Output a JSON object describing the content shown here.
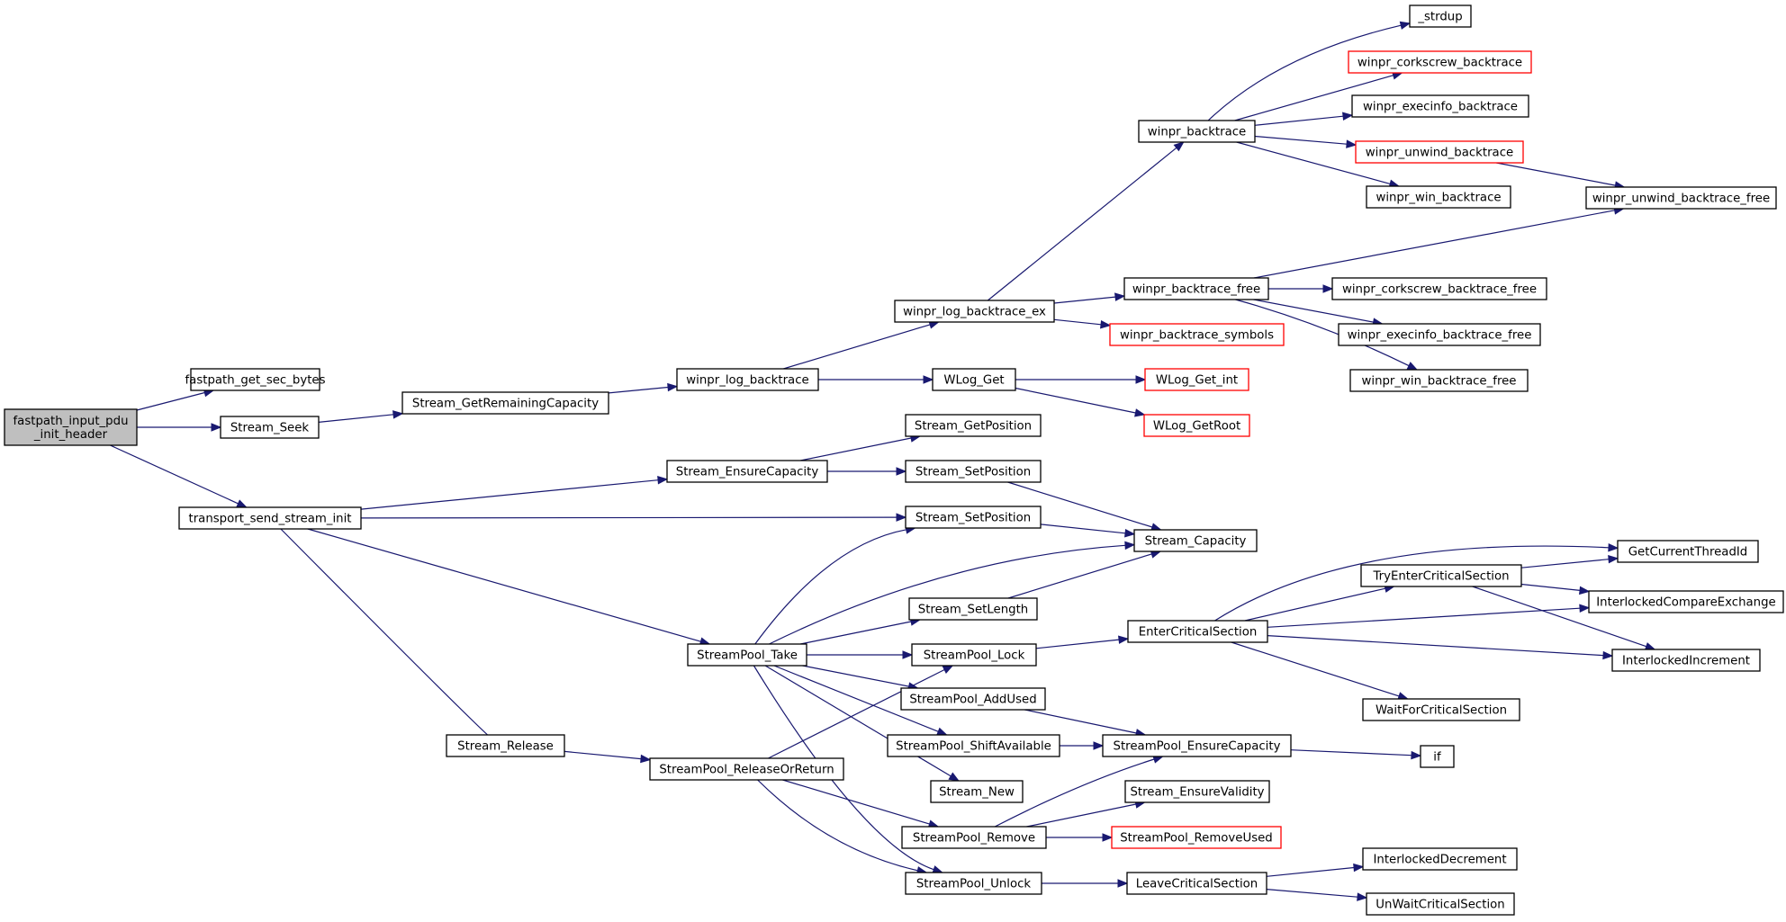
{
  "diagram": {
    "nodes": [
      {
        "id": "root",
        "label": "fastpath_input_pdu\n_init_header",
        "kind": "root"
      },
      {
        "id": "fastpath_get_sec_bytes",
        "label": "fastpath_get_sec_bytes"
      },
      {
        "id": "Stream_Seek",
        "label": "Stream_Seek"
      },
      {
        "id": "transport_send_stream_init",
        "label": "transport_send_stream_init"
      },
      {
        "id": "Stream_GetRemainingCapacity",
        "label": "Stream_GetRemainingCapacity"
      },
      {
        "id": "winpr_log_backtrace",
        "label": "winpr_log_backtrace"
      },
      {
        "id": "winpr_log_backtrace_ex",
        "label": "winpr_log_backtrace_ex"
      },
      {
        "id": "WLog_Get",
        "label": "WLog_Get"
      },
      {
        "id": "winpr_backtrace",
        "label": "winpr_backtrace"
      },
      {
        "id": "winpr_backtrace_free",
        "label": "winpr_backtrace_free"
      },
      {
        "id": "winpr_backtrace_symbols",
        "label": "winpr_backtrace_symbols",
        "kind": "truncated"
      },
      {
        "id": "WLog_Get_int",
        "label": "WLog_Get_int",
        "kind": "truncated"
      },
      {
        "id": "WLog_GetRoot",
        "label": "WLog_GetRoot",
        "kind": "truncated"
      },
      {
        "id": "_strdup",
        "label": "_strdup"
      },
      {
        "id": "winpr_corkscrew_backtrace",
        "label": "winpr_corkscrew_backtrace",
        "kind": "truncated"
      },
      {
        "id": "winpr_execinfo_backtrace",
        "label": "winpr_execinfo_backtrace"
      },
      {
        "id": "winpr_unwind_backtrace",
        "label": "winpr_unwind_backtrace",
        "kind": "truncated"
      },
      {
        "id": "winpr_win_backtrace",
        "label": "winpr_win_backtrace"
      },
      {
        "id": "winpr_unwind_backtrace_free",
        "label": "winpr_unwind_backtrace_free"
      },
      {
        "id": "winpr_corkscrew_backtrace_free",
        "label": "winpr_corkscrew_backtrace_free"
      },
      {
        "id": "winpr_execinfo_backtrace_free",
        "label": "winpr_execinfo_backtrace_free"
      },
      {
        "id": "winpr_win_backtrace_free",
        "label": "winpr_win_backtrace_free"
      },
      {
        "id": "Stream_EnsureCapacity",
        "label": "Stream_EnsureCapacity"
      },
      {
        "id": "Stream_GetPosition",
        "label": "Stream_GetPosition"
      },
      {
        "id": "Stream_SetPosition_a",
        "label": "Stream_SetPosition"
      },
      {
        "id": "Stream_SetPosition_b",
        "label": "Stream_SetPosition"
      },
      {
        "id": "Stream_Capacity",
        "label": "Stream_Capacity"
      },
      {
        "id": "StreamPool_Take",
        "label": "StreamPool_Take"
      },
      {
        "id": "Stream_SetLength",
        "label": "Stream_SetLength"
      },
      {
        "id": "StreamPool_Lock",
        "label": "StreamPool_Lock"
      },
      {
        "id": "StreamPool_AddUsed",
        "label": "StreamPool_AddUsed"
      },
      {
        "id": "StreamPool_ShiftAvailable",
        "label": "StreamPool_ShiftAvailable"
      },
      {
        "id": "Stream_New",
        "label": "Stream_New"
      },
      {
        "id": "StreamPool_Unlock",
        "label": "StreamPool_Unlock"
      },
      {
        "id": "Stream_Release",
        "label": "Stream_Release"
      },
      {
        "id": "StreamPool_ReleaseOrReturn",
        "label": "StreamPool_ReleaseOrReturn"
      },
      {
        "id": "StreamPool_Remove",
        "label": "StreamPool_Remove"
      },
      {
        "id": "EnterCriticalSection",
        "label": "EnterCriticalSection"
      },
      {
        "id": "TryEnterCriticalSection",
        "label": "TryEnterCriticalSection"
      },
      {
        "id": "GetCurrentThreadId",
        "label": "GetCurrentThreadId"
      },
      {
        "id": "InterlockedCompareExchange",
        "label": "InterlockedCompareExchange"
      },
      {
        "id": "InterlockedIncrement",
        "label": "InterlockedIncrement"
      },
      {
        "id": "WaitForCriticalSection",
        "label": "WaitForCriticalSection"
      },
      {
        "id": "StreamPool_EnsureCapacity",
        "label": "StreamPool_EnsureCapacity"
      },
      {
        "id": "if",
        "label": "if"
      },
      {
        "id": "Stream_EnsureValidity",
        "label": "Stream_EnsureValidity"
      },
      {
        "id": "StreamPool_RemoveUsed",
        "label": "StreamPool_RemoveUsed",
        "kind": "truncated"
      },
      {
        "id": "LeaveCriticalSection",
        "label": "LeaveCriticalSection"
      },
      {
        "id": "InterlockedDecrement",
        "label": "InterlockedDecrement"
      },
      {
        "id": "UnWaitCriticalSection",
        "label": "UnWaitCriticalSection"
      }
    ],
    "edges": [
      [
        "root",
        "fastpath_get_sec_bytes"
      ],
      [
        "root",
        "Stream_Seek"
      ],
      [
        "root",
        "transport_send_stream_init"
      ],
      [
        "Stream_Seek",
        "Stream_GetRemainingCapacity"
      ],
      [
        "Stream_GetRemainingCapacity",
        "winpr_log_backtrace"
      ],
      [
        "winpr_log_backtrace",
        "winpr_log_backtrace_ex"
      ],
      [
        "winpr_log_backtrace",
        "WLog_Get"
      ],
      [
        "winpr_log_backtrace_ex",
        "winpr_backtrace"
      ],
      [
        "winpr_log_backtrace_ex",
        "winpr_backtrace_free"
      ],
      [
        "winpr_log_backtrace_ex",
        "winpr_backtrace_symbols"
      ],
      [
        "WLog_Get",
        "WLog_Get_int"
      ],
      [
        "WLog_Get",
        "WLog_GetRoot"
      ],
      [
        "winpr_backtrace",
        "_strdup"
      ],
      [
        "winpr_backtrace",
        "winpr_corkscrew_backtrace"
      ],
      [
        "winpr_backtrace",
        "winpr_execinfo_backtrace"
      ],
      [
        "winpr_backtrace",
        "winpr_unwind_backtrace"
      ],
      [
        "winpr_backtrace",
        "winpr_win_backtrace"
      ],
      [
        "winpr_unwind_backtrace",
        "winpr_unwind_backtrace_free"
      ],
      [
        "winpr_backtrace_free",
        "winpr_unwind_backtrace_free"
      ],
      [
        "winpr_backtrace_free",
        "winpr_corkscrew_backtrace_free"
      ],
      [
        "winpr_backtrace_free",
        "winpr_execinfo_backtrace_free"
      ],
      [
        "winpr_backtrace_free",
        "winpr_win_backtrace_free"
      ],
      [
        "transport_send_stream_init",
        "Stream_EnsureCapacity"
      ],
      [
        "transport_send_stream_init",
        "Stream_SetPosition_b"
      ],
      [
        "transport_send_stream_init",
        "StreamPool_Take"
      ],
      [
        "transport_send_stream_init",
        "Stream_Release"
      ],
      [
        "Stream_EnsureCapacity",
        "Stream_GetPosition"
      ],
      [
        "Stream_EnsureCapacity",
        "Stream_SetPosition_a"
      ],
      [
        "Stream_SetPosition_a",
        "Stream_Capacity"
      ],
      [
        "Stream_SetPosition_b",
        "Stream_Capacity"
      ],
      [
        "StreamPool_Take",
        "Stream_SetPosition_b"
      ],
      [
        "StreamPool_Take",
        "Stream_Capacity"
      ],
      [
        "StreamPool_Take",
        "Stream_SetLength"
      ],
      [
        "StreamPool_Take",
        "StreamPool_Lock"
      ],
      [
        "StreamPool_Take",
        "StreamPool_AddUsed"
      ],
      [
        "StreamPool_Take",
        "StreamPool_ShiftAvailable"
      ],
      [
        "StreamPool_Take",
        "Stream_New"
      ],
      [
        "StreamPool_Take",
        "StreamPool_Unlock"
      ],
      [
        "Stream_SetLength",
        "Stream_Capacity"
      ],
      [
        "StreamPool_Lock",
        "EnterCriticalSection"
      ],
      [
        "StreamPool_AddUsed",
        "StreamPool_EnsureCapacity"
      ],
      [
        "StreamPool_ShiftAvailable",
        "StreamPool_EnsureCapacity"
      ],
      [
        "Stream_Release",
        "StreamPool_ReleaseOrReturn"
      ],
      [
        "StreamPool_ReleaseOrReturn",
        "StreamPool_Lock"
      ],
      [
        "StreamPool_ReleaseOrReturn",
        "StreamPool_Remove"
      ],
      [
        "StreamPool_ReleaseOrReturn",
        "StreamPool_Unlock"
      ],
      [
        "StreamPool_Remove",
        "StreamPool_EnsureCapacity"
      ],
      [
        "StreamPool_Remove",
        "Stream_EnsureValidity"
      ],
      [
        "StreamPool_Remove",
        "StreamPool_RemoveUsed"
      ],
      [
        "StreamPool_Unlock",
        "LeaveCriticalSection"
      ],
      [
        "EnterCriticalSection",
        "TryEnterCriticalSection"
      ],
      [
        "EnterCriticalSection",
        "GetCurrentThreadId"
      ],
      [
        "EnterCriticalSection",
        "InterlockedCompareExchange"
      ],
      [
        "EnterCriticalSection",
        "InterlockedIncrement"
      ],
      [
        "EnterCriticalSection",
        "WaitForCriticalSection"
      ],
      [
        "TryEnterCriticalSection",
        "GetCurrentThreadId"
      ],
      [
        "TryEnterCriticalSection",
        "InterlockedCompareExchange"
      ],
      [
        "TryEnterCriticalSection",
        "InterlockedIncrement"
      ],
      [
        "StreamPool_EnsureCapacity",
        "if"
      ],
      [
        "LeaveCriticalSection",
        "InterlockedDecrement"
      ],
      [
        "LeaveCriticalSection",
        "UnWaitCriticalSection"
      ]
    ],
    "colors": {
      "edge": "#191970",
      "node_border": "#000000",
      "truncated_border": "#ff0000",
      "root_fill": "#bfbfbf",
      "node_fill": "#ffffff"
    }
  }
}
